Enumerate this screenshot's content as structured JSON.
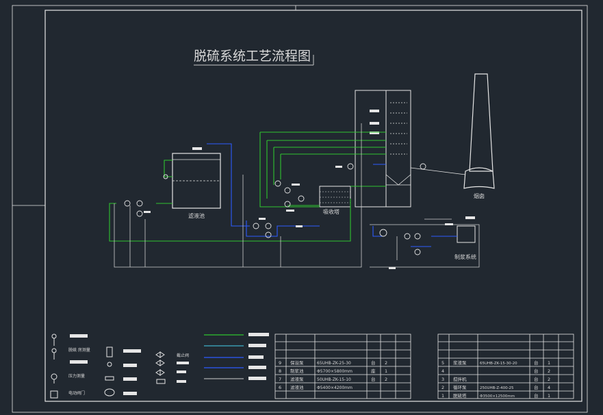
{
  "title": "脱硫系统工艺流程图",
  "labels": {
    "filtrate_tank": "滤液池",
    "absorber": "吸收塔",
    "chimney": "烟囱",
    "pulping_system": "制浆系统"
  },
  "legend": {
    "symbols": [
      "脱硫 房测量",
      "压力测量",
      "电动阀门"
    ],
    "valve": "截止阀"
  },
  "table_left": {
    "rows": [
      {
        "no": "9",
        "name": "保溢泵",
        "spec": "65UHB-ZK-25-30",
        "unit": "台",
        "qty": "2"
      },
      {
        "no": "8",
        "name": "制浆池",
        "spec": "Φ5700×5800mm",
        "unit": "座",
        "qty": "1"
      },
      {
        "no": "7",
        "name": "滤液泵",
        "spec": "50UHB-ZK-15-10",
        "unit": "台",
        "qty": "2"
      },
      {
        "no": "6",
        "name": "滤液池",
        "spec": "Φ5400×4200mm",
        "unit": "",
        "qty": ""
      }
    ]
  },
  "table_right": {
    "rows": [
      {
        "no": "5",
        "name": "浆液泵",
        "spec": "65UHB-ZK-15-30-20",
        "unit": "台",
        "qty": "1"
      },
      {
        "no": "4",
        "name": "",
        "spec": "",
        "unit": "台",
        "qty": "2"
      },
      {
        "no": "3",
        "name": "搅拌机",
        "spec": "",
        "unit": "台",
        "qty": "2"
      },
      {
        "no": "2",
        "name": "循环泵",
        "spec": "250UHB-Z-400-25",
        "unit": "台",
        "qty": "4"
      },
      {
        "no": "1",
        "name": "脱硫塔",
        "spec": "Φ3500×12500mm",
        "unit": "台",
        "qty": "1"
      }
    ]
  },
  "colors": {
    "background": "#212830",
    "green": "#2fc52f",
    "blue": "#2d5bff",
    "white": "#e6e6e6",
    "cyan": "#3fb0c8"
  }
}
